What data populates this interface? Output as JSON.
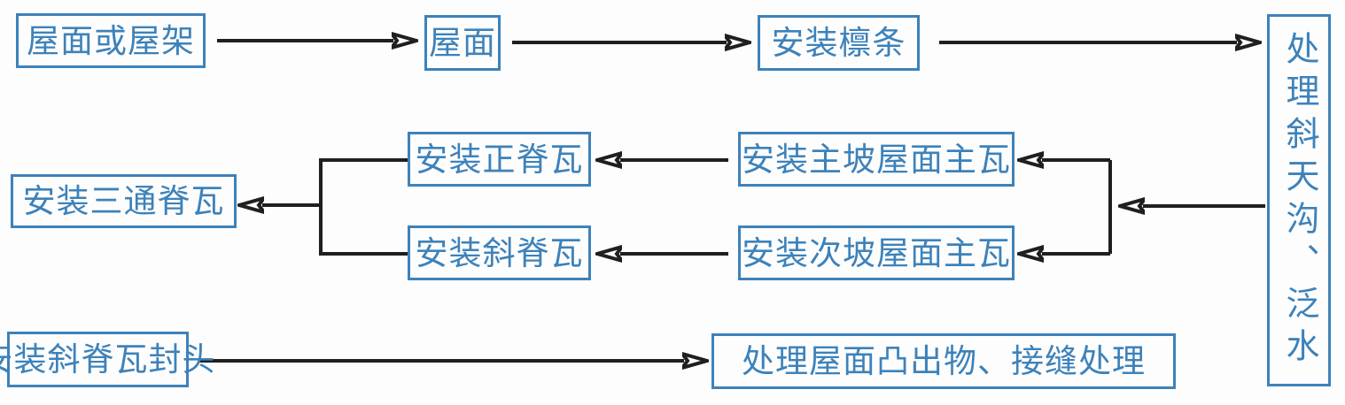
{
  "diagram": {
    "title": "roof-tile-installation-workflow",
    "accent_color": "#3d82ba",
    "arrow_color": "#1f1f1f",
    "background_color": "#fdfdfd",
    "nodes": {
      "roof_or_truss": "屋面或屋架",
      "roof": "屋面",
      "install_purlins": "安装檩条",
      "process_valley_flashing": "处理斜天沟、泛水",
      "install_tee_ridge": "安装三通脊瓦",
      "install_main_ridge": "安装正脊瓦",
      "install_hip_ridge": "安装斜脊瓦",
      "install_main_slope_tiles": "安装主坡屋面主瓦",
      "install_secondary_slope_tiles": "安装次坡屋面主瓦",
      "install_hip_ridge_caps": "安装斜脊瓦封头",
      "process_protrusions_seams": "处理屋面凸出物、接缝处理"
    },
    "edges": [
      "roof_or_truss -> roof",
      "roof -> install_purlins",
      "install_purlins -> process_valley_flashing",
      "process_valley_flashing -> install_main_slope_tiles",
      "process_valley_flashing -> install_secondary_slope_tiles",
      "install_main_slope_tiles -> install_main_ridge",
      "install_secondary_slope_tiles -> install_hip_ridge",
      "install_main_ridge -> install_tee_ridge",
      "install_hip_ridge -> install_tee_ridge",
      "install_hip_ridge_caps -> process_protrusions_seams"
    ]
  }
}
